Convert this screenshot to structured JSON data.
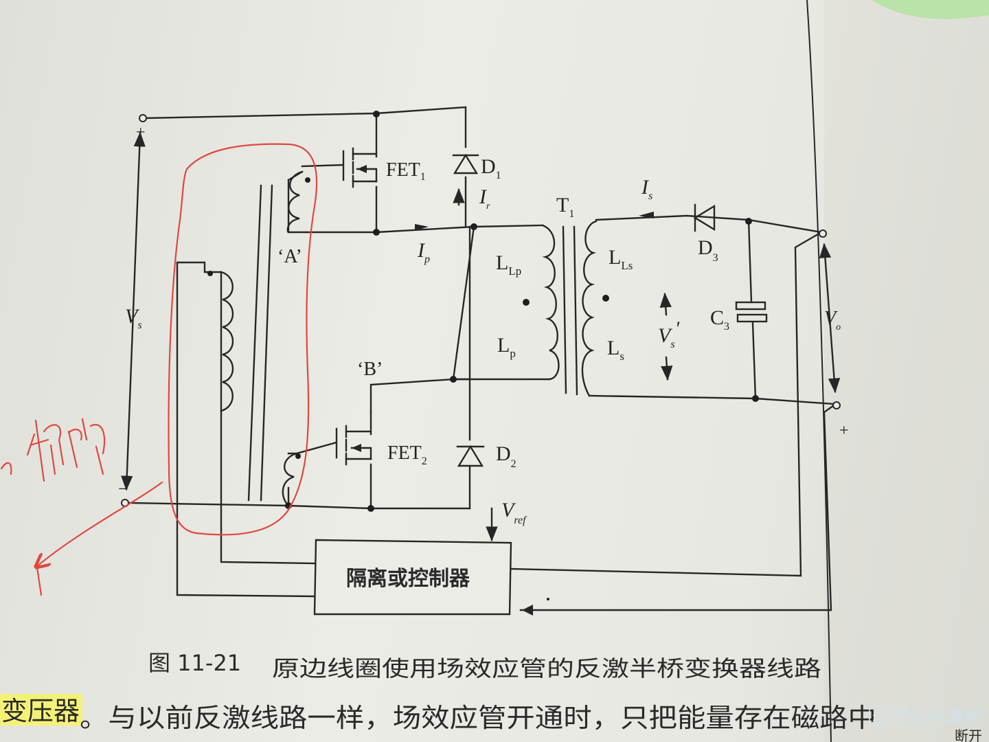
{
  "figure": {
    "caption_number": "图 11-21",
    "caption_text": "原边线圈使用场效应管的反激半桥变换器线路"
  },
  "labels": {
    "fet1": "FET",
    "fet1_sub": "1",
    "fet2": "FET",
    "fet2_sub": "2",
    "d1": "D",
    "d1_sub": "1",
    "d2": "D",
    "d2_sub": "2",
    "d3": "D",
    "d3_sub": "3",
    "t1": "T",
    "t1_sub": "1",
    "c3": "C",
    "c3_sub": "3",
    "ir": "I",
    "ir_sub": "r",
    "ip": "I",
    "ip_sub": "p",
    "is": "I",
    "is_sub": "s",
    "llp": "L",
    "llp_sub": "Lp",
    "lp": "L",
    "lp_sub": "p",
    "lls": "L",
    "lls_sub": "Ls",
    "ls": "L",
    "ls_sub": "s",
    "vs": "V",
    "vs_sub": "s",
    "vs_prime": "V",
    "vs_prime_sub": "s",
    "vs_prime_mark": "'",
    "vo": "V",
    "vo_sub": "o",
    "vref": "V",
    "vref_sub": "ref",
    "node_a": "‘A’",
    "node_b": "‘B’",
    "plus_top": "+",
    "minus_bottom": "−",
    "plus_out": "+",
    "controller": "隔离或控制器"
  },
  "body_text": {
    "highlighted": "变压器",
    "rest": "。与以前反激线路一样，场效应管开通时，只把能量存在磁路中",
    "margin_note": "断开"
  },
  "handwriting": {
    "note": "隔离"
  },
  "watermark": {
    "text": "世纪电源网",
    "logo_text": "21"
  },
  "colors": {
    "ink": "#262626",
    "pen_red": "#e0473f",
    "highlight": "#f4f276",
    "watermark": "#cfe3ee"
  }
}
